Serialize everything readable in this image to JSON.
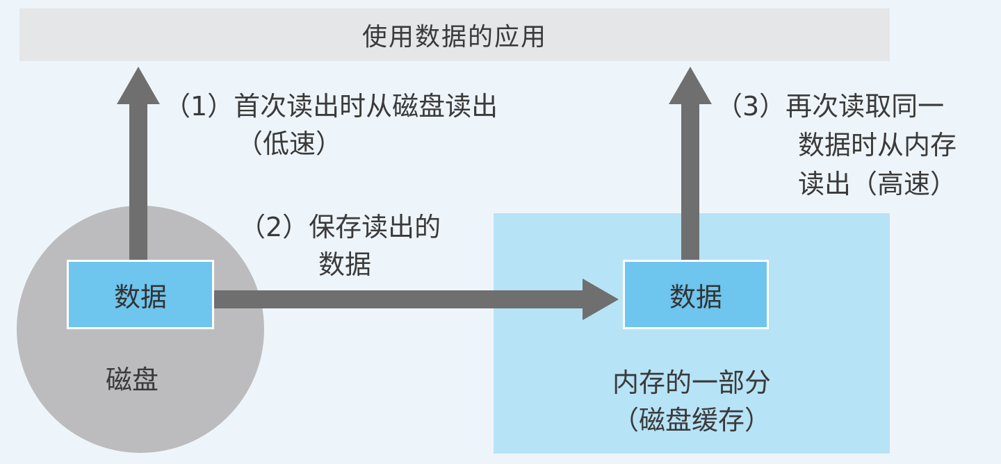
{
  "app": {
    "title": "使用数据的应用"
  },
  "disk": {
    "label": "磁盘",
    "data_label": "数据"
  },
  "cache": {
    "data_label": "数据",
    "caption_line1": "内存的一部分",
    "caption_line2": "（磁盘缓存）"
  },
  "steps": {
    "step1_line1": "（1）首次读出时从磁盘读出",
    "step1_line2": "（低速）",
    "step2_line1": "（2）保存读出的",
    "step2_line2": "数据",
    "step3_line1": "（3）再次读取同一",
    "step3_line2": "数据时从内存",
    "step3_line3": "读出（高速）"
  },
  "colors": {
    "background": "#eef5fa",
    "app_bar": "#e5e6e8",
    "disk": "#bcbcbe",
    "cache_region": "#b7e3f6",
    "data_box": "#6ec5ee",
    "arrow": "#6f6f6f"
  }
}
